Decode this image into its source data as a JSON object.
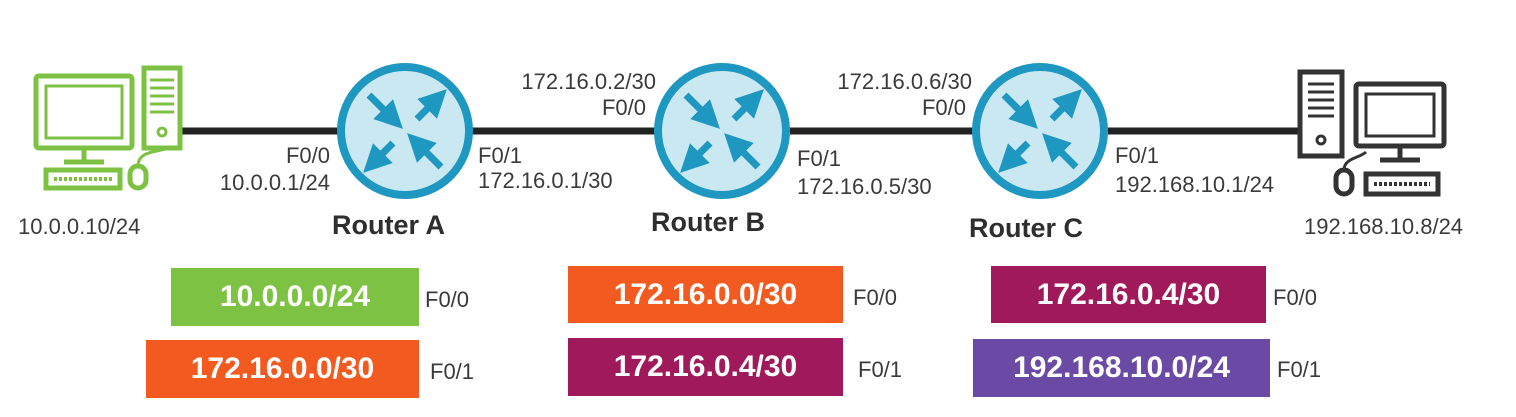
{
  "hosts": {
    "left_ip": "10.0.0.10/24",
    "right_ip": "192.168.10.8/24"
  },
  "routers": [
    {
      "name": "Router A"
    },
    {
      "name": "Router B"
    },
    {
      "name": "Router C"
    }
  ],
  "interfaces": {
    "a_f00": {
      "port": "F0/0",
      "ip": "10.0.0.1/24"
    },
    "a_f01": {
      "port": "F0/1",
      "ip": "172.16.0.1/30"
    },
    "b_f00": {
      "port": "F0/0",
      "ip": "172.16.0.2/30"
    },
    "b_f01": {
      "port": "F0/1",
      "ip": "172.16.0.5/30"
    },
    "c_f00": {
      "port": "F0/0",
      "ip": "172.16.0.6/30"
    },
    "c_f01": {
      "port": "F0/1",
      "ip": "192.168.10.1/24"
    }
  },
  "routing_tables": {
    "a": [
      {
        "network": "10.0.0.0/24",
        "iface": "F0/0",
        "color": "#7dc242"
      },
      {
        "network": "172.16.0.0/30",
        "iface": "F0/1",
        "color": "#f25a1f"
      }
    ],
    "b": [
      {
        "network": "172.16.0.0/30",
        "iface": "F0/0",
        "color": "#f25a1f"
      },
      {
        "network": "172.16.0.4/30",
        "iface": "F0/1",
        "color": "#a0195a"
      }
    ],
    "c": [
      {
        "network": "172.16.0.4/30",
        "iface": "F0/0",
        "color": "#a0195a"
      },
      {
        "network": "192.168.10.0/24",
        "iface": "F0/1",
        "color": "#6a4aa5"
      }
    ]
  },
  "colors": {
    "router_fill": "#c9e8f2",
    "router_stroke": "#1e97c1",
    "link": "#222222",
    "left_host": "#7dc242",
    "right_host": "#333333"
  }
}
